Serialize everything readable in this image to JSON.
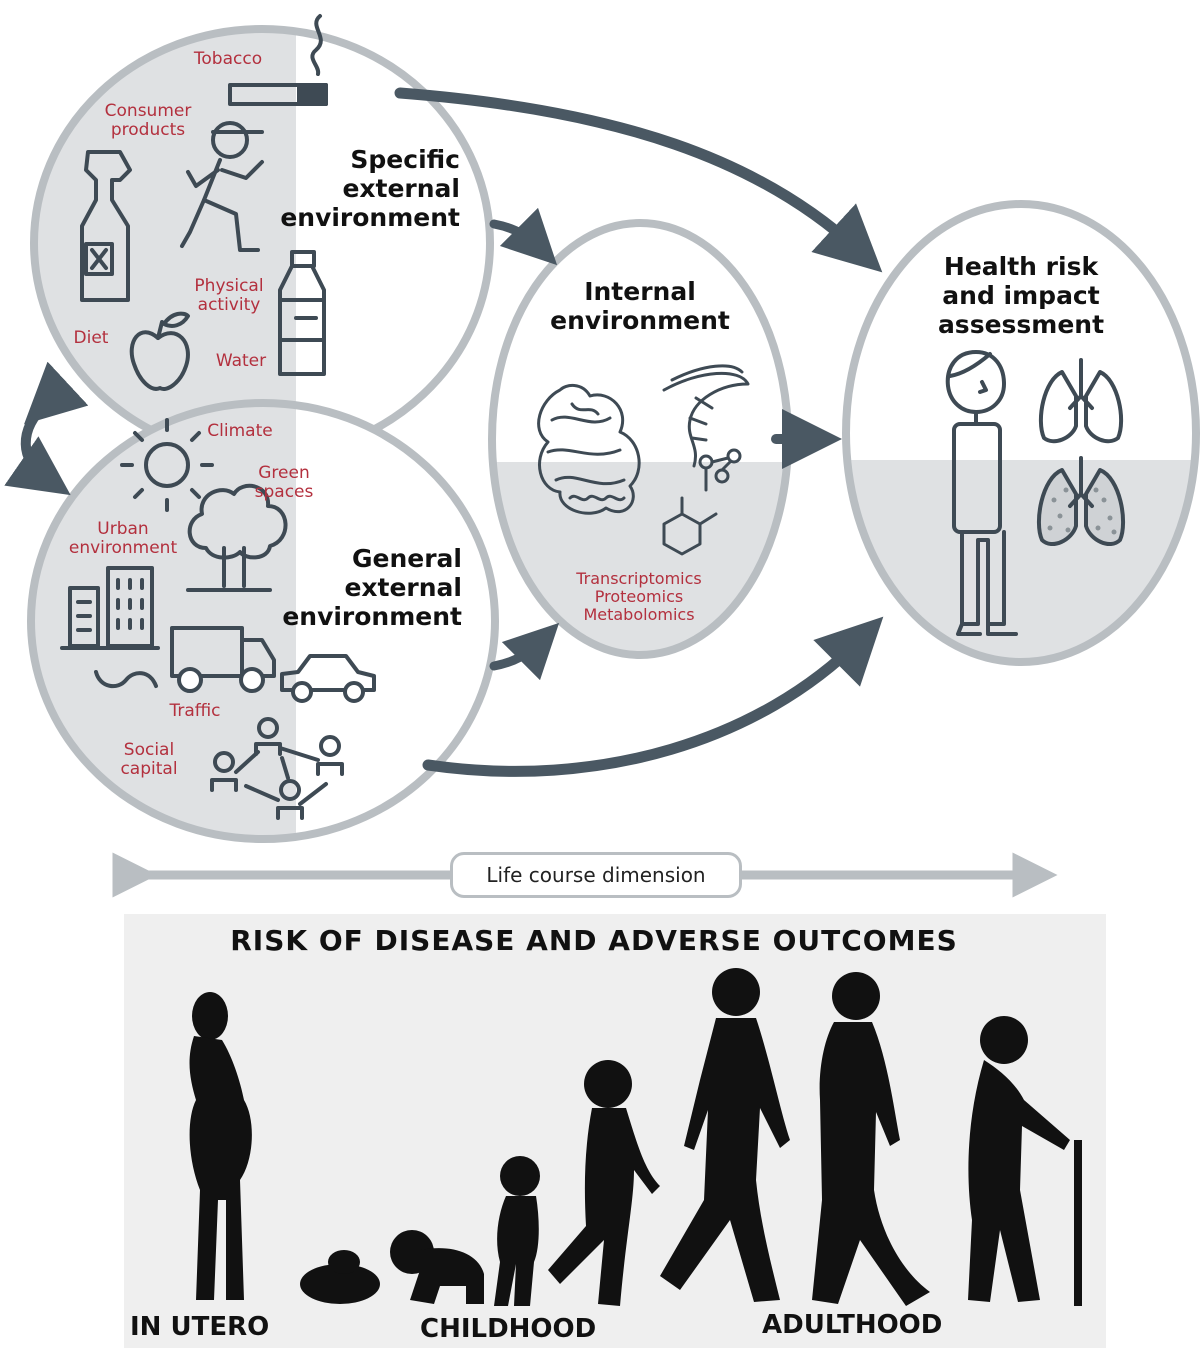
{
  "specific": {
    "title": "Specific\nexternal\nenvironment",
    "labels": {
      "tobacco": "Tobacco",
      "consumer_products": "Consumer\nproducts",
      "physical_activity": "Physical\nactivity",
      "diet": "Diet",
      "water": "Water"
    }
  },
  "general": {
    "title": "General\nexternal\nenvironment",
    "labels": {
      "climate": "Climate",
      "green_spaces": "Green\nspaces",
      "urban": "Urban\nenvironment",
      "traffic": "Traffic",
      "social_capital": "Social\ncapital"
    }
  },
  "internal": {
    "title": "Internal\nenvironment",
    "omics": "Transcriptomics\nProteomics\nMetabolomics"
  },
  "health": {
    "title": "Health risk\nand impact\nassessment"
  },
  "life_course": "Life course dimension",
  "bottom": {
    "title": "RISK OF DISEASE AND ADVERSE OUTCOMES",
    "stages": [
      "IN UTERO",
      "CHILDHOOD",
      "ADULTHOOD"
    ]
  },
  "colors": {
    "accent_red": "#b3303e",
    "arrow": "#4a5863",
    "circle_border": "#b9bec2",
    "circle_fill": "#dfe1e3",
    "icon_stroke": "#3e4a54"
  }
}
